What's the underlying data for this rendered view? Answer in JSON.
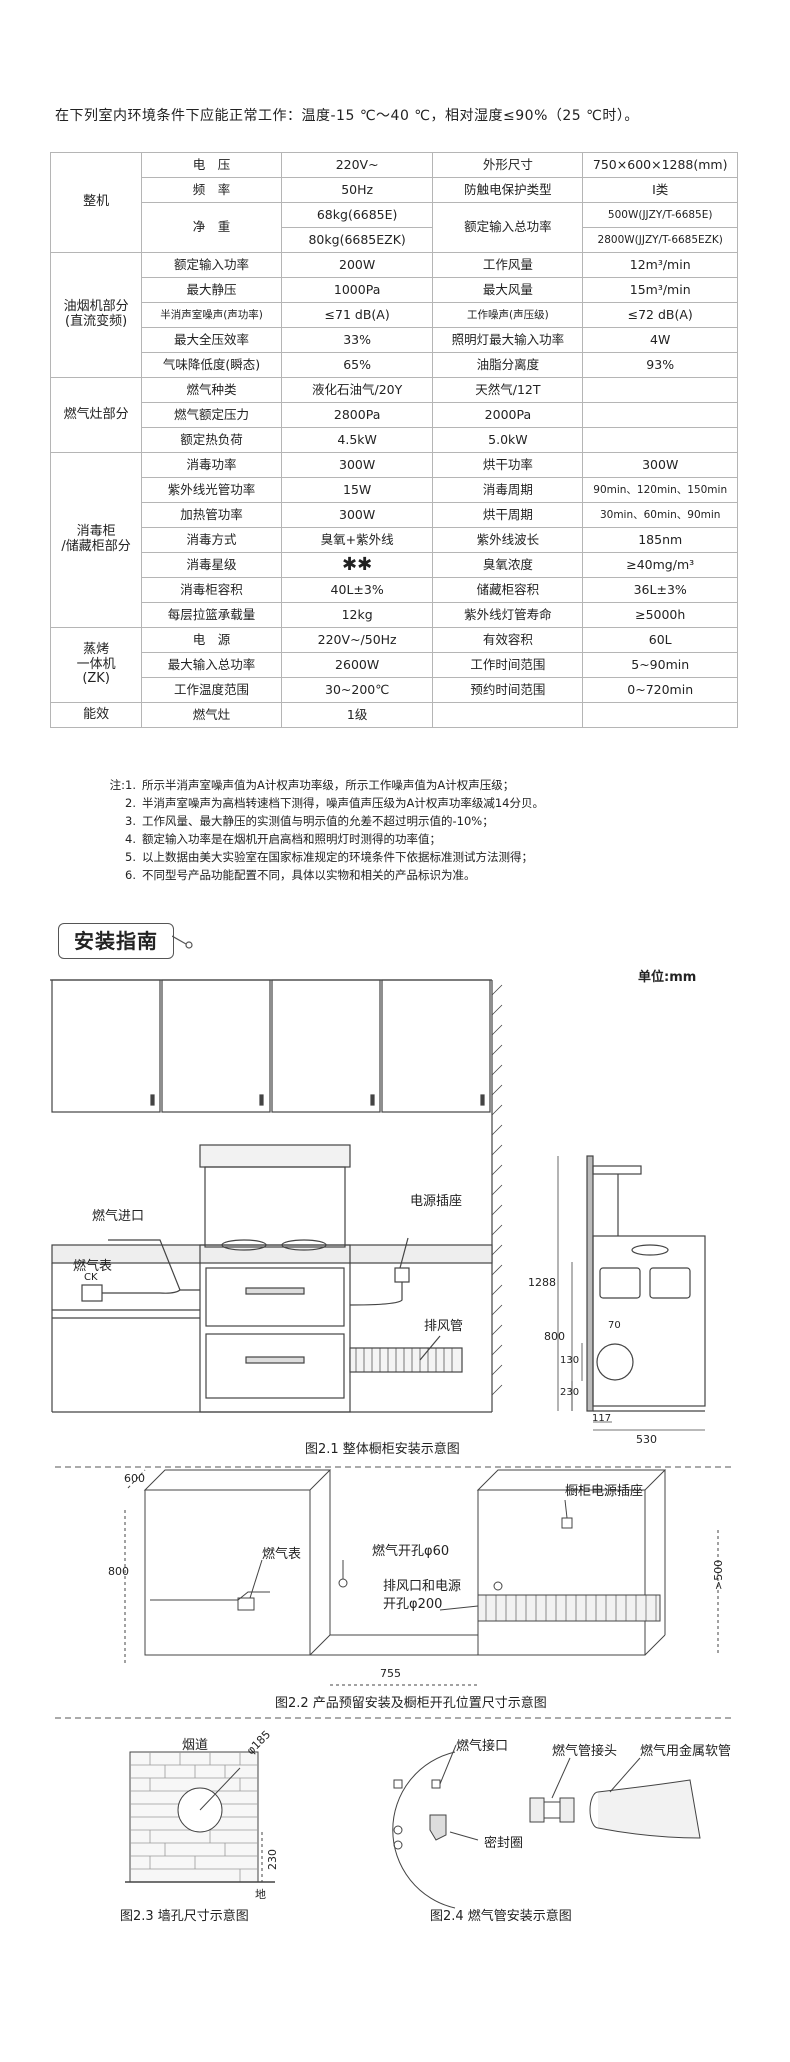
{
  "intro": "在下列室内环境条件下应能正常工作：温度-15 ℃～40 ℃，相对湿度≤90%（25 ℃时）。",
  "spec_rows": [
    {
      "cat": "整机",
      "cat_rows": 4,
      "cells": [
        "电　压",
        "220V~",
        "外形尺寸",
        "750×600×1288(mm)"
      ]
    },
    {
      "cells": [
        "频　率",
        "50Hz",
        "防触电保护类型",
        "Ⅰ类"
      ]
    },
    {
      "cells": [
        "净　重",
        "68kg(6685E)",
        "额定输入总功率",
        "500W(JJZY/T-6685E)"
      ],
      "rowspan_label": 2,
      "rowspan_right": 0
    },
    {
      "cells": [
        "",
        "80kg(6685EZK)",
        "",
        "2800W(JJZY/T-6685EZK)"
      ]
    },
    {
      "cat": "油烟机部分\n(直流变频)",
      "cat_rows": 5,
      "cells": [
        "额定输入功率",
        "200W",
        "工作风量",
        "12m³/min"
      ]
    },
    {
      "cells": [
        "最大静压",
        "1000Pa",
        "最大风量",
        "15m³/min"
      ]
    },
    {
      "cells": [
        "半消声室噪声(声功率)",
        "≤71  dB(A)",
        "工作噪声(声压级)",
        "≤72  dB(A)"
      ]
    },
    {
      "cells": [
        "最大全压效率",
        "33%",
        "照明灯最大输入功率",
        "4W"
      ]
    },
    {
      "cells": [
        "气味降低度(瞬态)",
        "65%",
        "油脂分离度",
        "93%"
      ]
    },
    {
      "cat": "燃气灶部分",
      "cat_rows": 3,
      "cells": [
        "燃气种类",
        "液化石油气/20Y",
        "天然气/12T",
        ""
      ]
    },
    {
      "cells": [
        "燃气额定压力",
        "2800Pa",
        "2000Pa",
        ""
      ]
    },
    {
      "cells": [
        "额定热负荷",
        "4.5kW",
        "5.0kW",
        ""
      ]
    },
    {
      "cat": "消毒柜\n/储藏柜部分",
      "cat_rows": 7,
      "cells": [
        "消毒功率",
        "300W",
        "烘干功率",
        "300W"
      ]
    },
    {
      "cells": [
        "紫外线光管功率",
        "15W",
        "消毒周期",
        "90min、120min、150min"
      ]
    },
    {
      "cells": [
        "加热管功率",
        "300W",
        "烘干周期",
        "30min、60min、90min"
      ]
    },
    {
      "cells": [
        "消毒方式",
        "臭氧+紫外线",
        "紫外线波长",
        "185nm"
      ]
    },
    {
      "cells": [
        "消毒星级",
        "✱✱",
        "臭氧浓度",
        "≥40mg/m³"
      ]
    },
    {
      "cells": [
        "消毒柜容积",
        "40L±3%",
        "储藏柜容积",
        "36L±3%"
      ]
    },
    {
      "cells": [
        "每层拉篮承载量",
        "12kg",
        "紫外线灯管寿命",
        "≥5000h"
      ]
    },
    {
      "cat": "蒸烤\n一体机\n(ZK)",
      "cat_rows": 3,
      "cells": [
        "电　源",
        "220V~/50Hz",
        "有效容积",
        "60L"
      ]
    },
    {
      "cells": [
        "最大输入总功率",
        "2600W",
        "工作时间范围",
        "5~90min"
      ]
    },
    {
      "cells": [
        "工作温度范围",
        "30~200℃",
        "预约时间范围",
        "0~720min"
      ]
    },
    {
      "cat": "能效",
      "cat_rows": 1,
      "cells": [
        "燃气灶",
        "1级",
        "",
        ""
      ]
    }
  ],
  "notes": [
    {
      "k": "注:1.",
      "t": "所示半消声室噪声值为A计权声功率级，所示工作噪声值为A计权声压级；"
    },
    {
      "k": "2.",
      "t": "半消声室噪声为高档转速档下测得，噪声值声压级为A计权声功率级减14分贝。"
    },
    {
      "k": "3.",
      "t": "工作风量、最大静压的实测值与明示值的允差不超过明示值的-10%；"
    },
    {
      "k": "4.",
      "t": "额定输入功率是在烟机开启高档和照明灯时测得的功率值；"
    },
    {
      "k": "5.",
      "t": "以上数据由美大实验室在国家标准规定的环境条件下依据标准测试方法测得；"
    },
    {
      "k": "6.",
      "t": "不同型号产品功能配置不同，具体以实物和相关的产品标识为准。"
    }
  ],
  "section_title": "安装指南",
  "unit_label": "单位:mm",
  "fig1": {
    "gas_inlet": "燃气进口",
    "gas_meter": "燃气表",
    "ck": "CK",
    "power_socket": "电源插座",
    "exhaust_pipe": "排风管",
    "dim_1288": "1288",
    "dim_800": "800",
    "dim_130": "130",
    "dim_230": "230",
    "dim_70": "70",
    "dim_117": "117",
    "dim_530": "530",
    "caption": "图2.1  整体橱柜安装示意图"
  },
  "fig2": {
    "dim_600": "600",
    "dim_800": "800",
    "gas_meter": "燃气表",
    "gas_hole": "燃气开孔φ60",
    "exhaust_hole_1": "排风口和电源",
    "exhaust_hole_2": "开孔φ200",
    "cabinet_socket": "橱柜电源插座",
    "dim_500": ">500",
    "dim_755": "755",
    "caption": "图2.2  产品预留安装及橱柜开孔位置尺寸示意图"
  },
  "fig3": {
    "flue": "烟道",
    "dim_185": "φ185",
    "dim_230": "230",
    "ground": "地",
    "caption": "图2.3 墙孔尺寸示意图"
  },
  "fig4": {
    "gas_port": "燃气接口",
    "connector": "燃气管接头",
    "hose": "燃气用金属软管",
    "seal": "密封圈",
    "caption": "图2.4 燃气管安装示意图"
  },
  "colors": {
    "border": "#b5b5b5",
    "line": "#444",
    "brick": "#9a9a9a"
  }
}
